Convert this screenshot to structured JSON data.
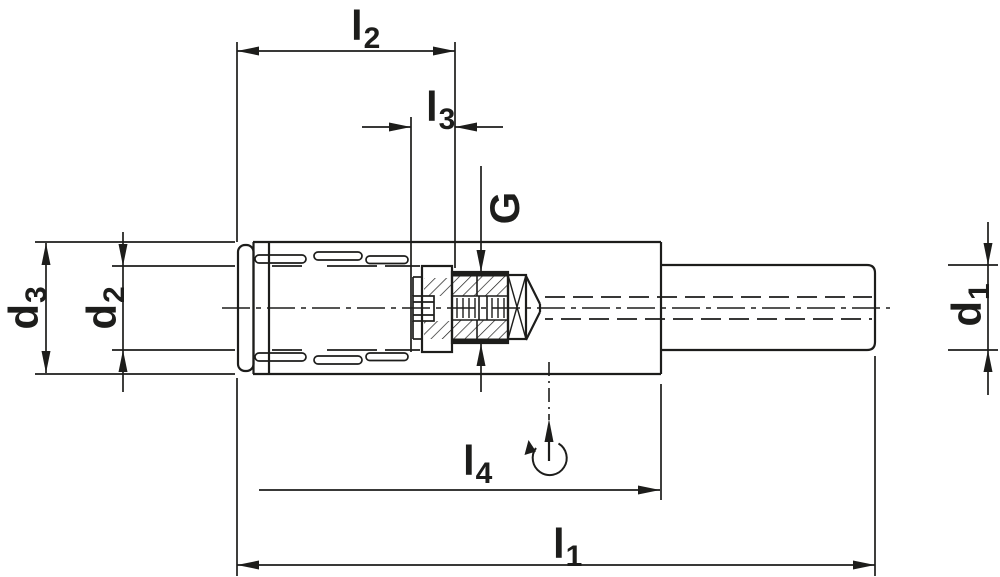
{
  "drawing": {
    "type": "technical-dimension-drawing",
    "subject": "collet-extension-tool-side-view",
    "line_color": "#1d1d1b",
    "background_color": "#ffffff",
    "labels": {
      "l1": {
        "letter": "l",
        "sub": "1"
      },
      "l2": {
        "letter": "l",
        "sub": "2"
      },
      "l3": {
        "letter": "l",
        "sub": "3"
      },
      "l4": {
        "letter": "l",
        "sub": "4"
      },
      "d1": {
        "letter": "d",
        "sub": "1"
      },
      "d2": {
        "letter": "d",
        "sub": "2"
      },
      "d3": {
        "letter": "d",
        "sub": "3"
      },
      "G": {
        "letter": "G",
        "sub": ""
      }
    },
    "symbols": [
      "rotation-direction-arrow",
      "center-line",
      "hidden-line",
      "section-hatching"
    ]
  }
}
